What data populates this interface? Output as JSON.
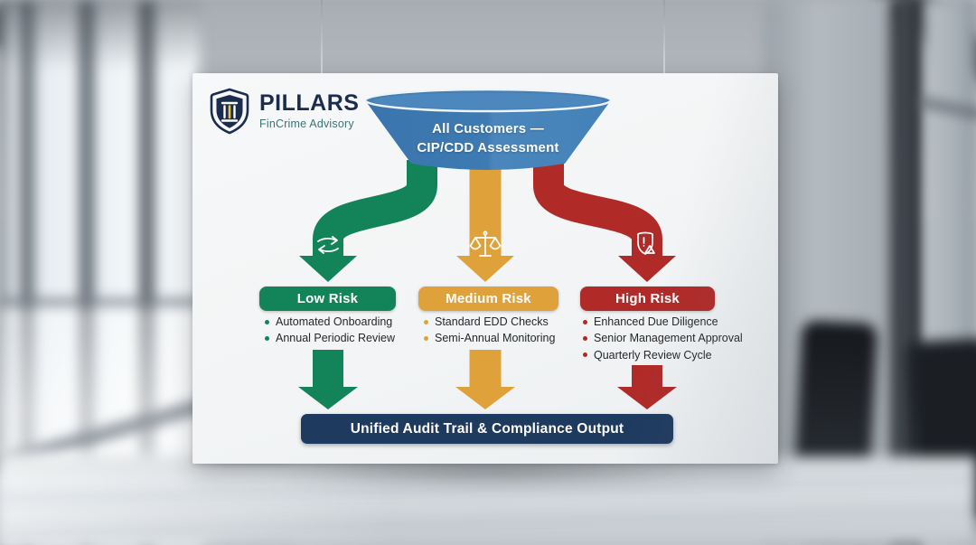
{
  "logo": {
    "name": "PILLARS",
    "tagline": "FinCrime Advisory",
    "icon": "pillars-shield-logo-icon",
    "name_color": "#1C2C4F",
    "tagline_color": "#3E7370"
  },
  "funnel": {
    "line1": "All Customers —",
    "line2": "CIP/CDD Assessment",
    "color": "#4080B7",
    "text_color": "#FFFFFF"
  },
  "branches": [
    {
      "label": "Low Risk",
      "color": "#13835A",
      "icon": "flow-arrows-icon",
      "items": [
        "Automated Onboarding",
        "Annual Periodic Review"
      ]
    },
    {
      "label": "Medium Risk",
      "color": "#DFA23B",
      "icon": "balance-scale-icon",
      "items": [
        "Standard EDD Checks",
        "Semi-Annual Monitoring"
      ]
    },
    {
      "label": "High Risk",
      "color": "#B02A28",
      "icon": "shield-alert-icon",
      "items": [
        "Enhanced Due Diligence",
        "Senior Management Approval",
        "Quarterly Review Cycle"
      ]
    }
  ],
  "output_bar": {
    "label": "Unified Audit Trail & Compliance Output",
    "color": "#1E3A5E"
  }
}
